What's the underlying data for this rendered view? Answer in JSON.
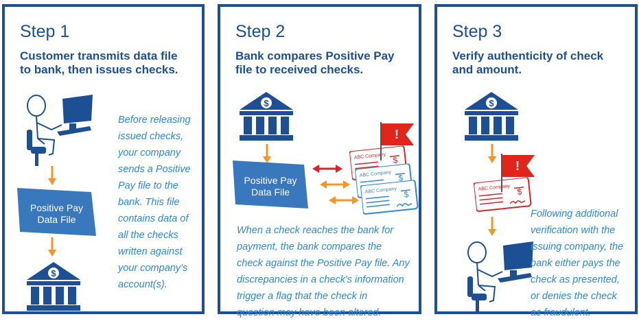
{
  "steps": [
    {
      "title": "Step 1",
      "subtitle": "Customer transmits data file\nto bank, then issues checks.",
      "file_label_line1": "Positive Pay",
      "file_label_line2": "Data File",
      "description": "Before releasing\nissued checks,\nyour company\nsends a Positive\nPay file to the\nbank. This file\ncontains data of\nall the checks\nwritten against\nyour company's\naccount(s)."
    },
    {
      "title": "Step 2",
      "subtitle": "Bank compares Positive Pay\nfile to received checks.",
      "file_label_line1": "Positive Pay",
      "file_label_line2": "Data File",
      "check_company": "ABC Company",
      "description": "When a check reaches the bank for\npayment, the bank compares the\ncheck against the Positive Pay file. Any\ndiscrepancies in a check's information\ntrigger a flag that the check in\nquestion may have been altered."
    },
    {
      "title": "Step 3",
      "subtitle": "Verify authenticity of check\nand amount.",
      "check_company": "ABC Company",
      "description": "Following additional\nverification with the\nissuing company, the\nbank either pays the\ncheck as presented,\nor denies the check\nas fraudulent."
    }
  ],
  "colors": {
    "border": "#1d4f94",
    "heading": "#1d4f94",
    "italic_text": "#2d8ad0",
    "arrow_orange": "#f0962a",
    "arrow_red": "#d9242a",
    "flag_red": "#e1251b",
    "file_blue": "#3a78bd"
  },
  "icons": [
    "person-at-computer-icon",
    "bank-icon",
    "check-icon",
    "red-flag-icon",
    "down-arrow-icon",
    "double-arrow-icon"
  ]
}
